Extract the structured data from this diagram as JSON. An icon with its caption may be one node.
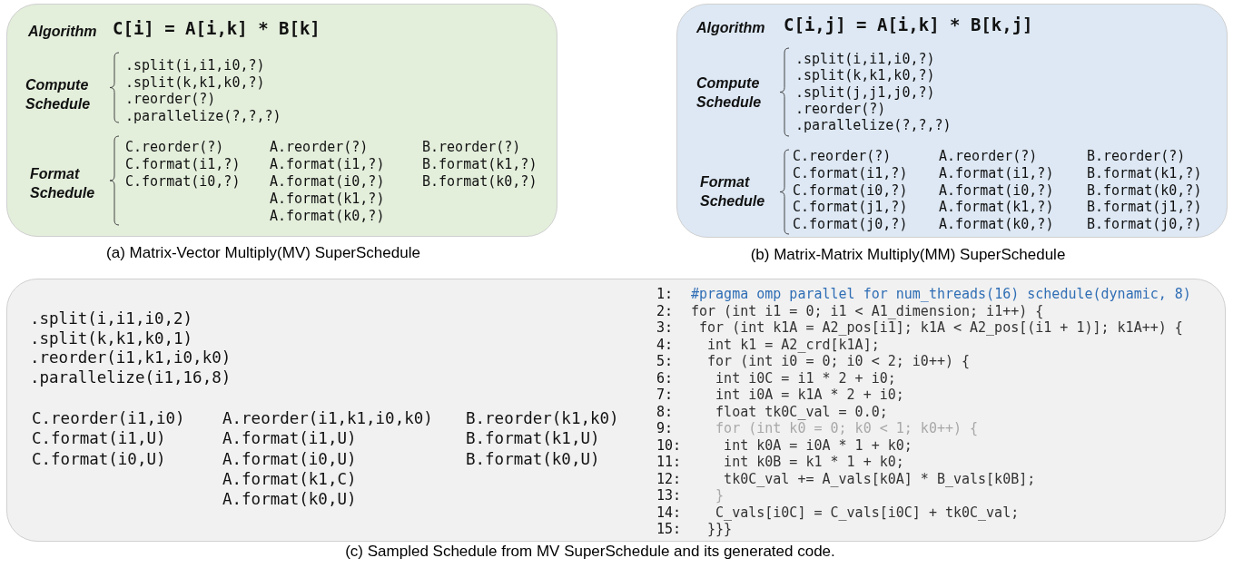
{
  "diagram": {
    "nodes": [
      {
        "text": [
          "Algorithm",
          "C[i] = A[i,k] * B[k]",
          "Compute Schedule",
          ".split(i,i1,i0,?)",
          ".split(k,k1,k0,?)",
          ".reorder(?)",
          ".parallelize(?,?,?)",
          "Format Schedule",
          "C.reorder(?)",
          "C.format(i1,?)",
          "C.format(i0,?)",
          "A.reorder(?)",
          "A.format(i1,?)",
          "A.format(i0,?)",
          "A.format(k1,?)",
          "A.format(k0,?)",
          "B.reorder(?)",
          "B.format(k1,?)",
          "B.format(k0,?)"
        ],
        "beside": [
          "(a) Matrix-Vector Multiply(MV) SuperSchedule"
        ]
      },
      {
        "text": [
          "Algorithm",
          "C[i,j] = A[i,k] * B[k,j]",
          "Compute Schedule",
          ".split(i,i1,i0,?)",
          ".split(k,k1,k0,?)",
          ".split(j,j1,j0,?)",
          ".reorder(?)",
          ".parallelize(?,?,?)",
          "Format Schedule",
          "C.reorder(?)",
          "C.format(i1,?)",
          "C.format(i0,?)",
          "C.format(j1,?)",
          "C.format(j0,?)",
          "A.reorder(?)",
          "A.format(i1,?)",
          "A.format(i0,?)",
          "A.format(k1,?)",
          "A.format(k0,?)",
          "B.reorder(?)",
          "B.format(k1,?)",
          "B.format(k0,?)",
          "B.format(j1,?)",
          "B.format(j0,?)"
        ],
        "beside": [
          "(b) Matrix-Matrix Multiply(MM) SuperSchedule"
        ]
      },
      {
        "text": [
          ".split(i,i1,i0,2)",
          ".split(k,k1,k0,1)",
          ".reorder(i1,k1,i0,k0)",
          ".parallelize(i1,16,8)",
          "C.reorder(i1,i0)",
          "C.format(i1,U)",
          "C.format(i0,U)",
          "A.reorder(i1,k1,i0,k0)",
          "A.format(i1,U)",
          "A.format(i0,U)",
          "A.format(k1,C)",
          "A.format(k0,U)",
          "B.reorder(k1,k0)",
          "B.format(k1,U)",
          "B.format(k0,U)",
          "1:",
          "#pragma omp parallel for num_threads(16) schedule(dynamic, 8)",
          "2:",
          "for (int i1 = 0; i1 < A1_dimension; i1++) {",
          "3:",
          "for (int k1A = A2_pos[i1]; k1A < A2_pos[(i1 + 1)]; k1A++) {",
          "4:",
          "int k1 = A2_crd[k1A];",
          "5:",
          "for (int i0 = 0; i0 < 2; i0++) {",
          "6:",
          "int i0C = i1 * 2 + i0;",
          "7:",
          "int i0A = k1A * 2 + i0;",
          "8:",
          "float tk0C_val = 0.0;",
          "9:",
          "for (int k0 = 0; k0 < 1; k0++) {",
          "10:",
          "int k0A = i0A * 1 + k0;",
          "11:",
          "int k0B = k1 * 1 + k0;",
          "12:",
          "tk0C_val += A_vals[k0A] * B_vals[k0B];",
          "13:",
          "}",
          "14:",
          "C_vals[i0C] = C_vals[i0C] + tk0C_val;",
          "15:",
          "}}}"
        ],
        "beside": [
          "(c) Sampled Schedule from MV SuperSchedule and its generated code."
        ]
      }
    ]
  }
}
